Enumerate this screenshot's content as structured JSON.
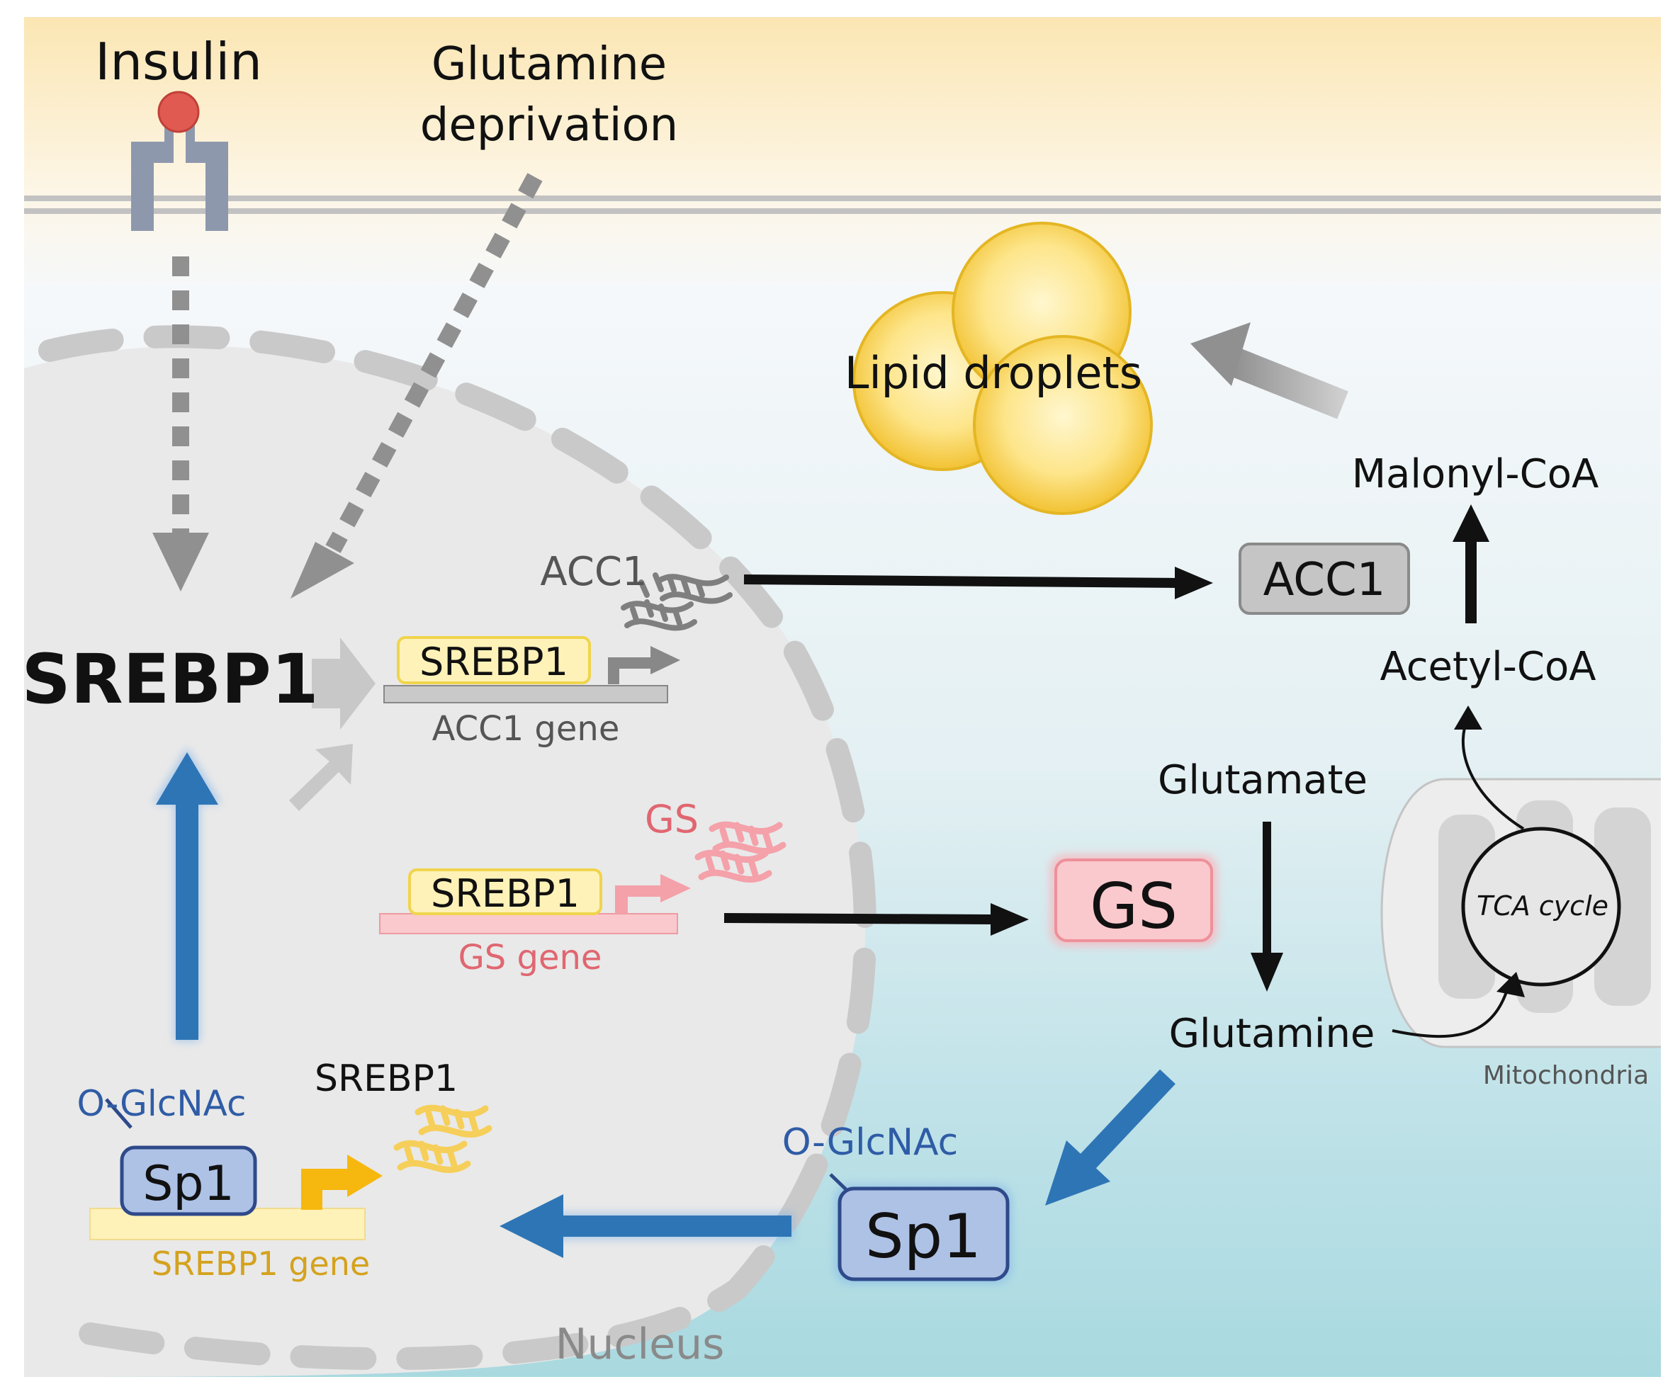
{
  "labels": {
    "insulin": "Insulin",
    "glutamine_deprivation_line1": "Glutamine",
    "glutamine_deprivation_line2": "deprivation",
    "lipid_droplets": "Lipid droplets",
    "malonyl_coa": "Malonyl-CoA",
    "acc1_protein": "ACC1",
    "acetyl_coa": "Acetyl-CoA",
    "acc1_mrna": "ACC1",
    "srebp1_main": "SREBP1",
    "srebp1_box_acc1": "SREBP1",
    "acc1_gene": "ACC1 gene",
    "gs_mrna": "GS",
    "srebp1_box_gs": "SREBP1",
    "gs_gene": "GS gene",
    "gs_protein": "GS",
    "glutamate": "Glutamate",
    "glutamine": "Glutamine",
    "tca_cycle": "TCA cycle",
    "mitochondria": "Mitochondria",
    "o_glcnac_nuclear": "O-GlcNAc",
    "sp1_nuclear": "Sp1",
    "srebp1_mrna": "SREBP1",
    "srebp1_gene": "SREBP1 gene",
    "o_glcnac_cyto": "O-GlcNAc",
    "sp1_cyto": "Sp1",
    "nucleus": "Nucleus"
  },
  "colors": {
    "black": "#111111",
    "blue_arrow": "#2e75b6",
    "gs_red": "#e06670",
    "gs_box_fill": "#f9c9cd",
    "srebp1_gold": "#d4a21e",
    "srebp1_box_fill": "#fff2b8",
    "sp1_fill": "#aec2e6",
    "sp1_stroke": "#2f4a8a",
    "o_glcnac_blue": "#2f5ca6",
    "gray_text": "#555555",
    "lipid_yellow": "#f6cf3f"
  }
}
